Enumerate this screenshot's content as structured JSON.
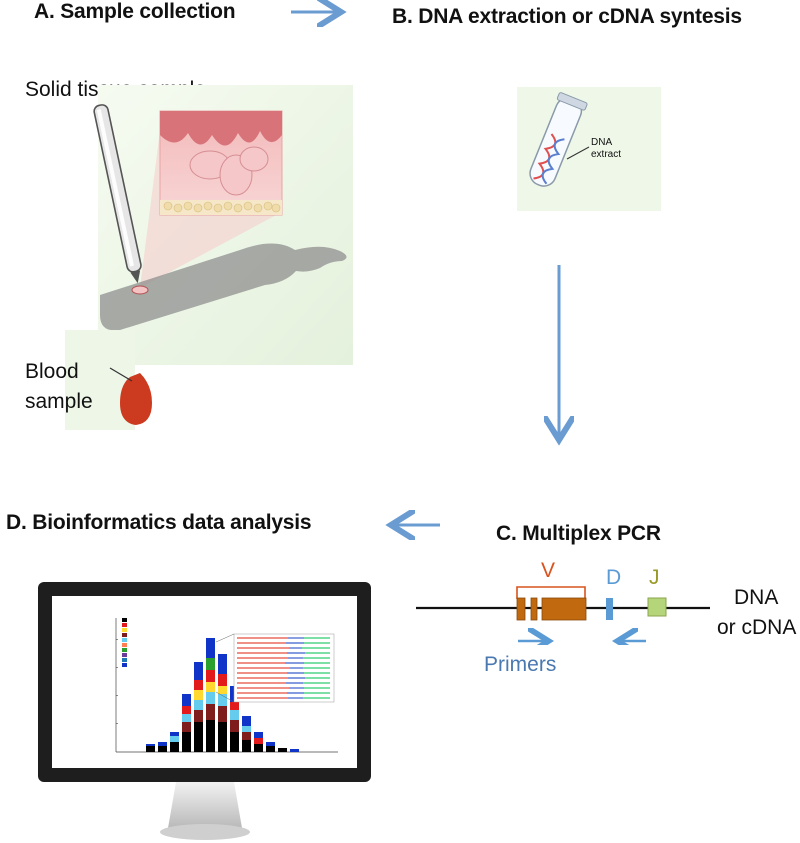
{
  "steps": {
    "a_title": "A. Sample collection",
    "b_title": "B. DNA extraction or cDNA syntesis",
    "c_title": "C. Multiplex PCR",
    "d_title": "D. Bioinformatics data analysis"
  },
  "panel_a": {
    "solid_label": "Solid tissue sample",
    "blood_label_line1": "Blood",
    "blood_label_line2": "sample"
  },
  "panel_b": {
    "tube_label_line1": "DNA",
    "tube_label_line2": "extract"
  },
  "panel_c": {
    "segment_v": "V",
    "segment_d": "D",
    "segment_j": "J",
    "dna_line1": "DNA",
    "dna_line2": "or cDNA",
    "primers": "Primers"
  },
  "colors": {
    "arrow": "#6a9bd1",
    "v_segment": "#c0690f",
    "d_segment": "#5b9bd5",
    "j_segment": "#b5d57a",
    "bracket": "#d9531e"
  }
}
